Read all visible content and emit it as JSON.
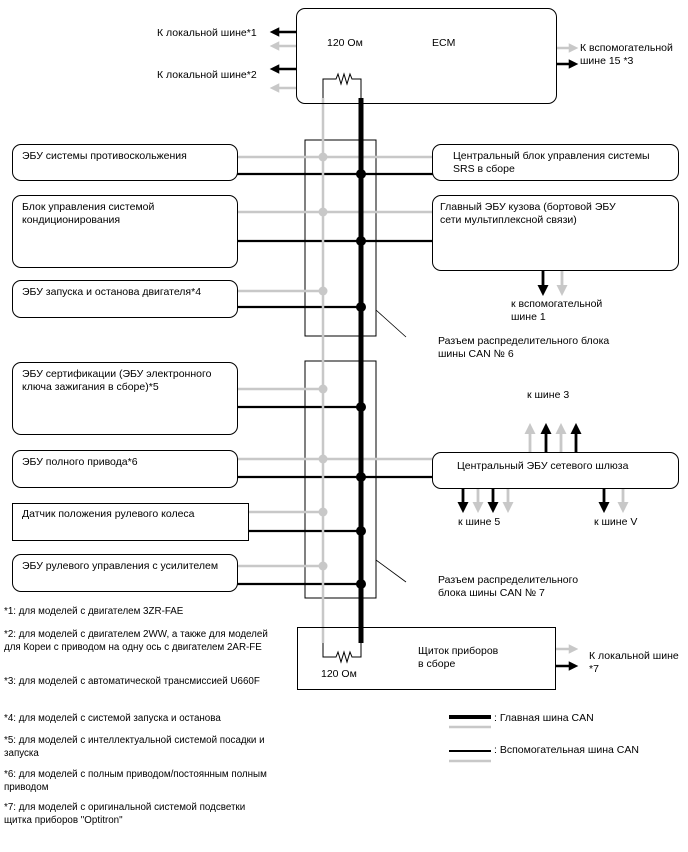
{
  "ecm": {
    "label": "ECM",
    "resistor_top": "120 Ом"
  },
  "cluster": {
    "label_line1": "Щиток приборов",
    "label_line2": "в сборе",
    "resistor": "120 Ом"
  },
  "ecm_side": {
    "local_bus_1": "К локальной шине*1",
    "local_bus_2": "К локальной шине*2",
    "aux_bus_15_line1": "К вспомогательной",
    "aux_bus_15_line2": "шине 15 *3"
  },
  "left_units": [
    {
      "line1": "ЭБУ системы противоскольжения",
      "line2": ""
    },
    {
      "line1": "Блок управления системой",
      "line2": "кондиционирования"
    },
    {
      "line1": "ЭБУ запуска и останова двигателя*4",
      "line2": ""
    },
    {
      "line1": "ЭБУ сертификации (ЭБУ электронного",
      "line2": "ключа зажигания в сборе)*5"
    },
    {
      "line1": "ЭБУ полного привода*6",
      "line2": ""
    },
    {
      "line1": "Датчик положения рулевого колеса",
      "line2": ""
    },
    {
      "line1": "ЭБУ рулевого управления с усилителем",
      "line2": ""
    }
  ],
  "right_units": {
    "srs_line1": "Центральный блок управления системы",
    "srs_line2": "SRS в сборе",
    "body_line1": "Главный ЭБУ кузова (бортовой ЭБУ",
    "body_line2": "сети мультиплексной связи)",
    "gateway": "Центральный ЭБУ сетевого шлюза"
  },
  "bus_labels": {
    "aux1_line1": "к вспомогательной",
    "aux1_line2": "шине 1",
    "bus3": "к шине 3",
    "bus5": "к шине 5",
    "busV": "к шине V",
    "local7_line1": "К локальной шине",
    "local7_line2": "*7"
  },
  "junctions": {
    "j6_line1": "Разъем распределительного блока",
    "j6_line2": "шины CAN № 6",
    "j7_line1": "Разъем распределительного",
    "j7_line2": "блока шины CAN № 7"
  },
  "legend": {
    "main": ": Главная шина CAN",
    "aux": ": Вспомогательная шина CAN"
  },
  "footnotes": [
    "*1: для моделей с двигателем 3ZR-FAE",
    "*2: для моделей с двигателем 2WW, а также для моделей для Кореи с приводом на одну ось с двигателем 2AR-FE",
    "*3: для моделей с автоматической трансмиссией U660F",
    "*4: для моделей с системой запуска и останова",
    "*5: для моделей с интеллектуальной системой посадки и запуска",
    "*6: для моделей с полным приводом/постоянным полным приводом",
    "*7: для моделей с оригинальной системой подсветки щитка приборов \"Optitron\""
  ],
  "colors": {
    "main_bus": "#000000",
    "aux_bus": "#c8c8c8",
    "line": "#000000"
  }
}
